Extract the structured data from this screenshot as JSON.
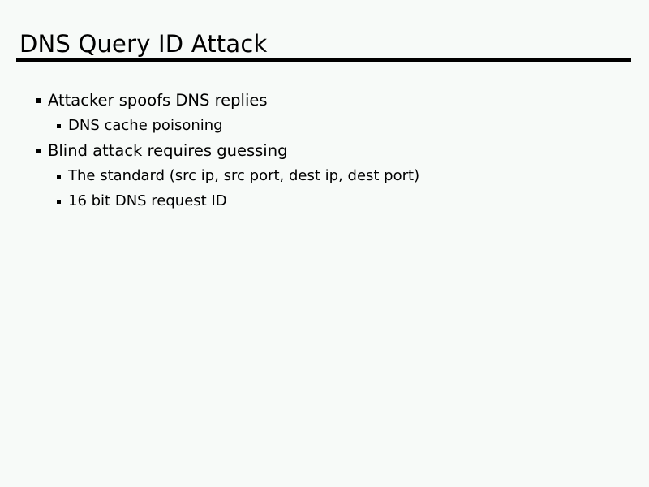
{
  "slide": {
    "title": "DNS Query ID Attack",
    "background_color": "#f7faf8",
    "text_color": "#000000",
    "rule_color": "#000000",
    "bullets": [
      {
        "level": 1,
        "text": "Attacker spoofs DNS replies"
      },
      {
        "level": 2,
        "text": "DNS cache poisoning"
      },
      {
        "level": 1,
        "text": "Blind attack requires guessing"
      },
      {
        "level": 2,
        "text": "The standard (src ip, src port, dest ip, dest port)"
      },
      {
        "level": 2,
        "text": "16 bit DNS request ID"
      }
    ]
  }
}
